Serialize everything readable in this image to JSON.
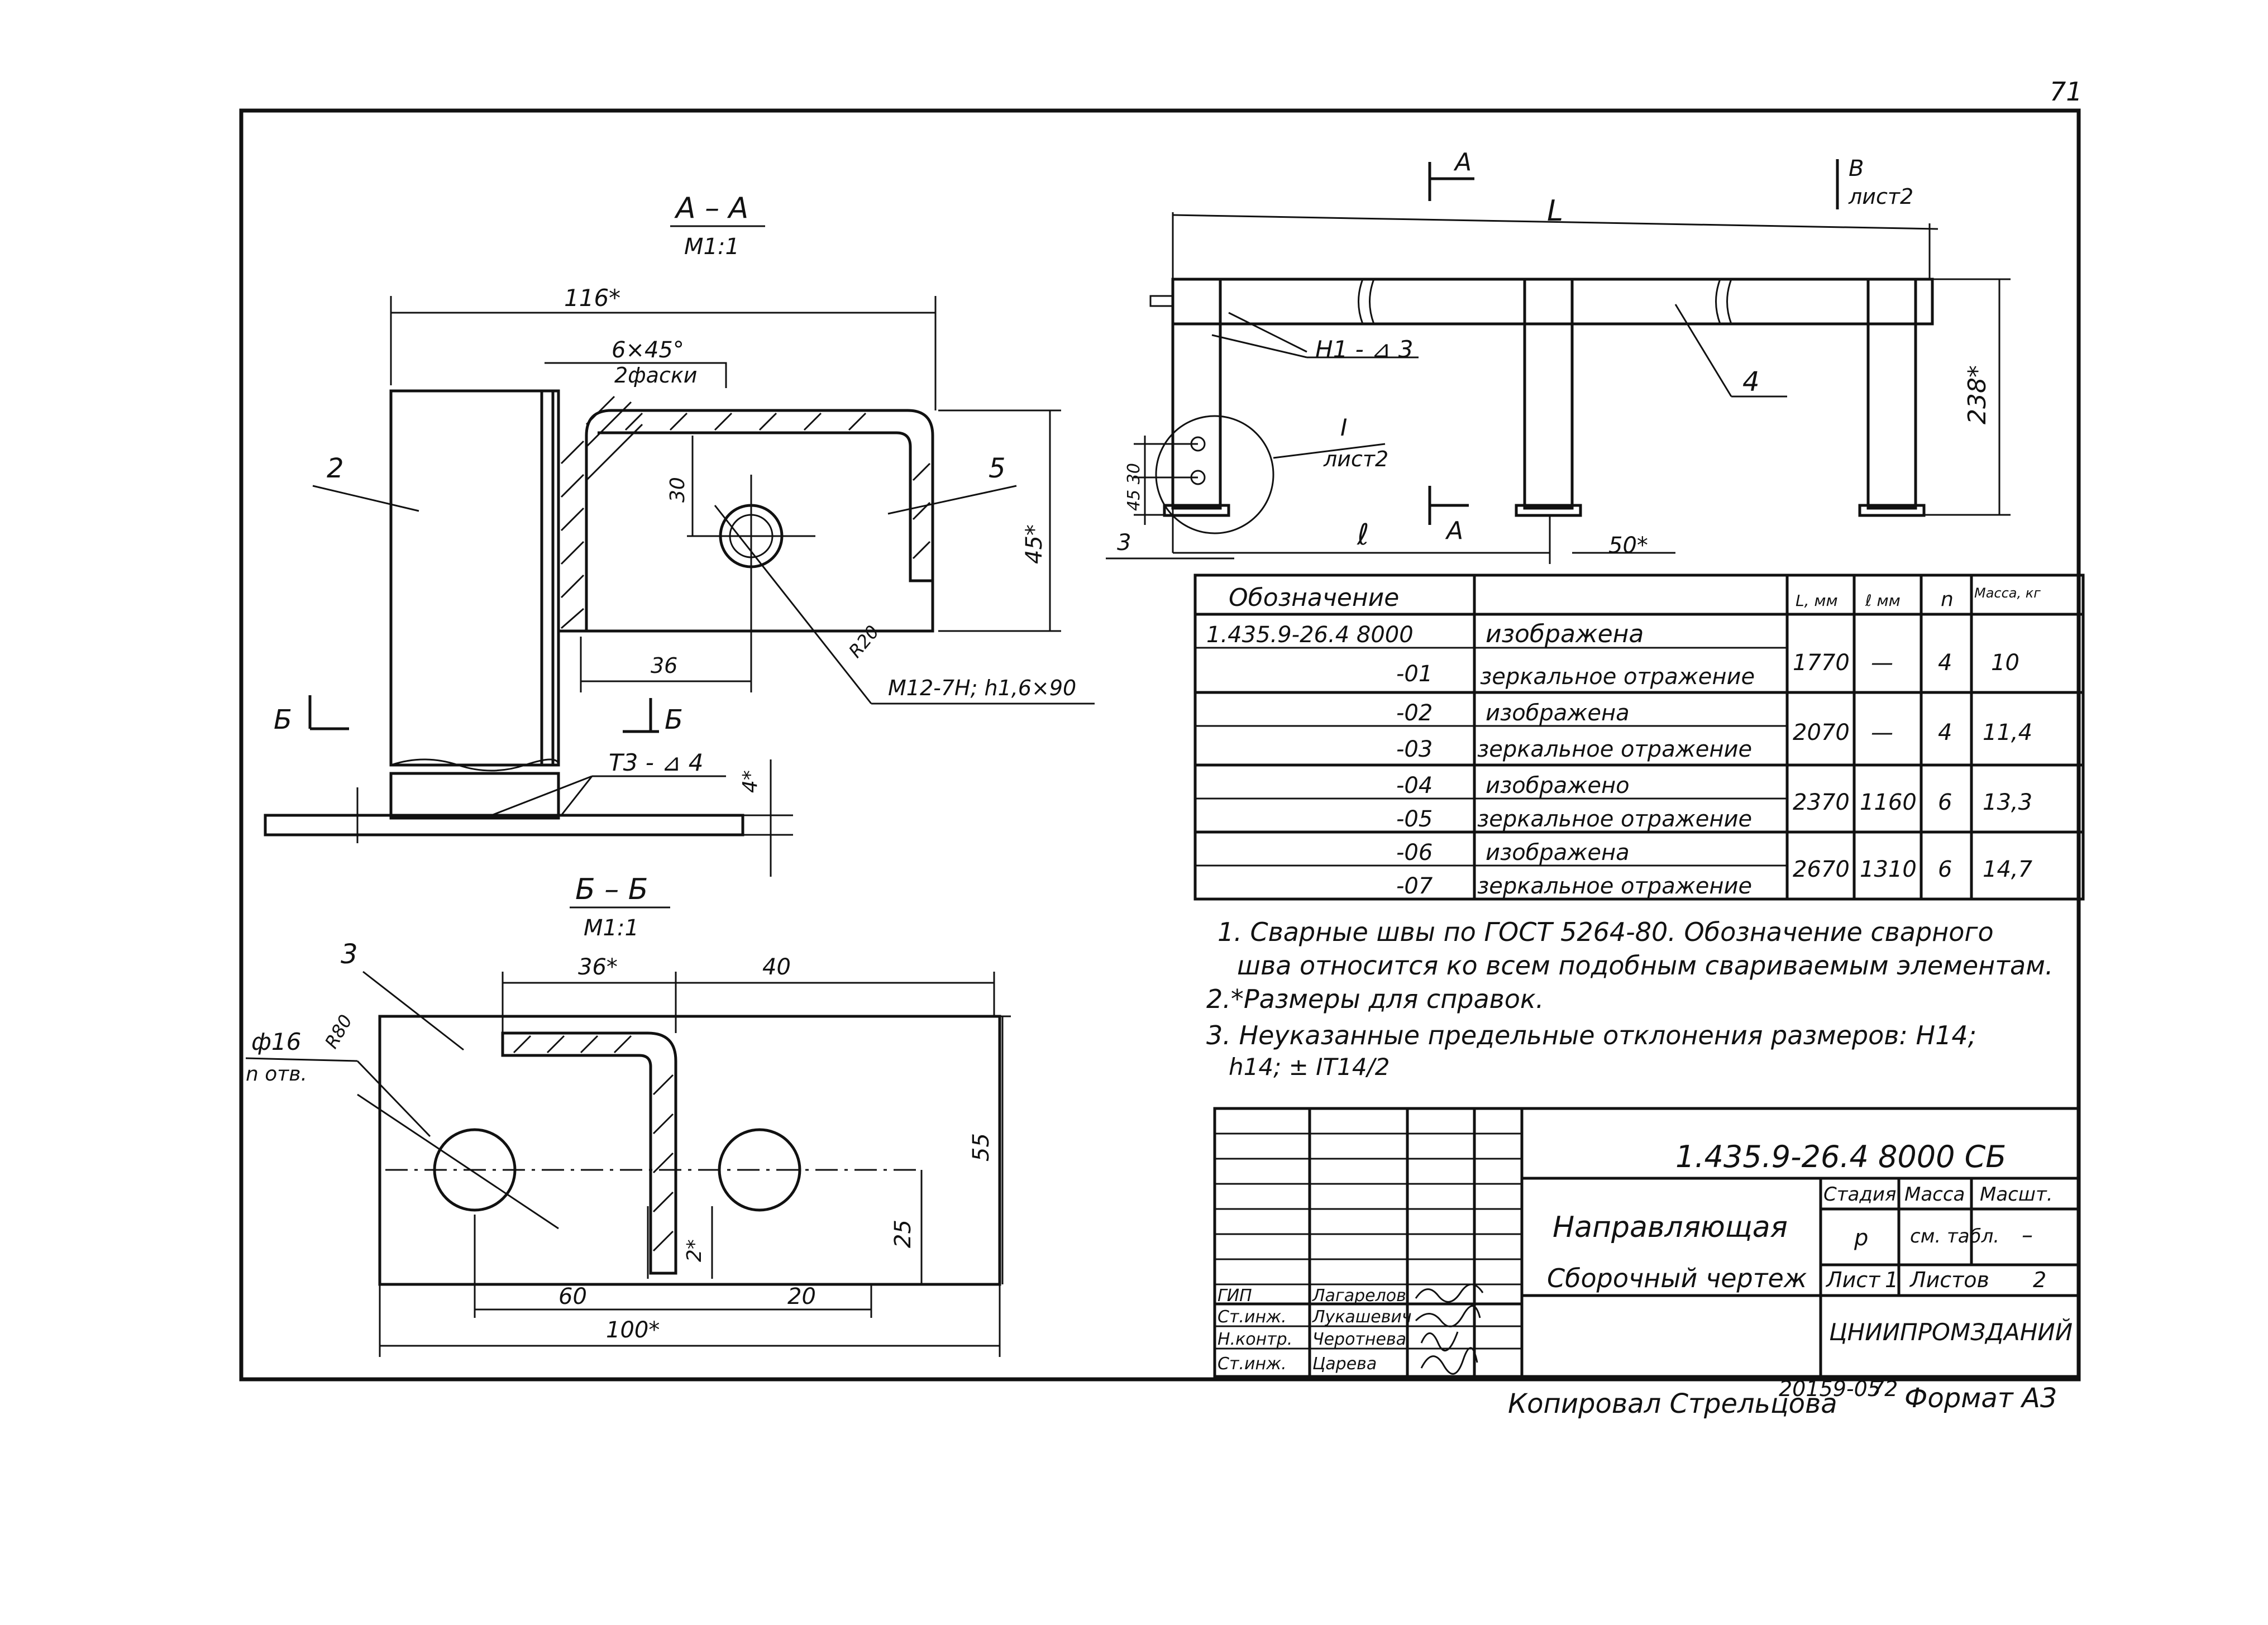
{
  "page_number": "71",
  "section_aa": {
    "title": "А – А",
    "scale": "М1:1",
    "dim_width": "116*",
    "chamfer": "6×45°",
    "chamfer_note": "2фаски",
    "dim_30": "30",
    "dim_36": "36",
    "dim_45": "45*",
    "dim_4": "4*",
    "radius": "R20",
    "thread": "М12-7Н; h1,6×90",
    "callout_2": "2",
    "callout_5": "5",
    "cut_mark": "Б",
    "weld": "Т3 - ⊿ 4"
  },
  "section_bb": {
    "title": "Б – Б",
    "scale": "М1:1",
    "callout_3": "3",
    "hole": "ф16",
    "hole_count": "n отв.",
    "radius": "R80",
    "dim_36": "36*",
    "dim_40": "40",
    "dim_55": "55",
    "dim_25": "25",
    "dim_2": "2*",
    "dim_60": "60",
    "dim_20": "20",
    "dim_100": "100*"
  },
  "elevation": {
    "cut_a": "А",
    "view_b": "В",
    "view_b_sheet": "лист2",
    "dim_L": "L",
    "dim_l": "ℓ",
    "dim_3": "3",
    "dim_238": "238*",
    "dim_50": "50*",
    "dim_45_30": "45 30",
    "weld": "Н1 - ⊿ 3",
    "callout_4": "4",
    "detail": "I",
    "detail_sheet": "лист2"
  },
  "table": {
    "headers": [
      "Обозначение",
      "",
      "L, мм",
      "ℓ мм",
      "n",
      "Масса, кг"
    ],
    "rows": [
      {
        "code": "1.435.9-26.4 8000",
        "desc": "изображена"
      },
      {
        "code": "-01",
        "desc": "зеркальное отражение"
      },
      {
        "code": "-02",
        "desc": "изображена"
      },
      {
        "code": "-03",
        "desc": "зеркальное отражение"
      },
      {
        "code": "-04",
        "desc": "изображено"
      },
      {
        "code": "-05",
        "desc": "зеркальное отражение"
      },
      {
        "code": "-06",
        "desc": "изображена"
      },
      {
        "code": "-07",
        "desc": "зеркальное отражение"
      }
    ],
    "groups": [
      {
        "L": "1770",
        "l": "—",
        "n": "4",
        "mass": "10"
      },
      {
        "L": "2070",
        "l": "—",
        "n": "4",
        "mass": "11,4"
      },
      {
        "L": "2370",
        "l": "1160",
        "n": "6",
        "mass": "13,3"
      },
      {
        "L": "2670",
        "l": "1310",
        "n": "6",
        "mass": "14,7"
      }
    ]
  },
  "notes": [
    "1. Сварные швы по ГОСТ 5264-80. Обозначение сварного",
    "шва относится ко всем подобным свариваемым элементам.",
    "2.*Размеры для справок.",
    "3. Неуказанные предельные отклонения размеров: Н14;",
    "h14; ± IT14/2"
  ],
  "title_block": {
    "doc_code": "1.435.9-26.4 8000 СБ",
    "name_line1": "Направляющая",
    "name_line2": "Сборочный чертеж",
    "stage_label": "Стадия",
    "mass_label": "Масса",
    "scale_label": "Масшт.",
    "stage": "р",
    "mass_value": "см. табл.",
    "scale_value": "–",
    "sheet_label": "Лист",
    "sheet": "1",
    "sheets_label": "Листов",
    "sheets": "2",
    "org": "ЦНИИПРОМЗДАНИЙ",
    "staff": [
      {
        "role": "ГИП",
        "name": "Лагарелов"
      },
      {
        "role": "Ст.инж.",
        "name": "Лукашевич"
      },
      {
        "role": "Н.контр.",
        "name": "Черотнева"
      },
      {
        "role": "Ст.инж.",
        "name": "Царева"
      }
    ]
  },
  "footer": {
    "copied": "Копировал Стрельцова",
    "number": "20159-05",
    "number2": "72",
    "format": "Формат А3"
  }
}
